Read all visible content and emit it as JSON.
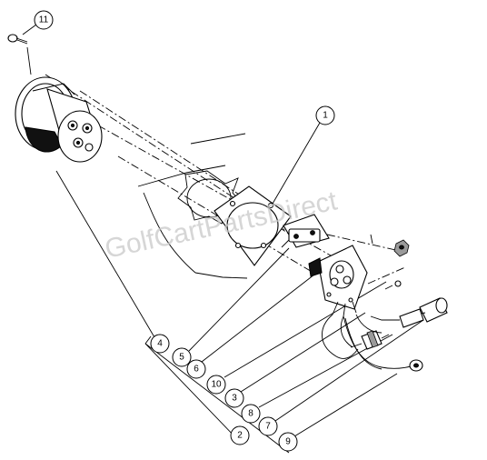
{
  "watermark": "GolfCartPartsDirect",
  "callouts": [
    {
      "id": "11",
      "label": "11"
    },
    {
      "id": "1",
      "label": "1"
    },
    {
      "id": "4",
      "label": "4"
    },
    {
      "id": "5",
      "label": "5"
    },
    {
      "id": "6",
      "label": "6"
    },
    {
      "id": "10",
      "label": "10"
    },
    {
      "id": "3",
      "label": "3"
    },
    {
      "id": "8",
      "label": "8"
    },
    {
      "id": "7",
      "label": "7"
    },
    {
      "id": "2",
      "label": "2"
    },
    {
      "id": "9",
      "label": "9"
    }
  ]
}
